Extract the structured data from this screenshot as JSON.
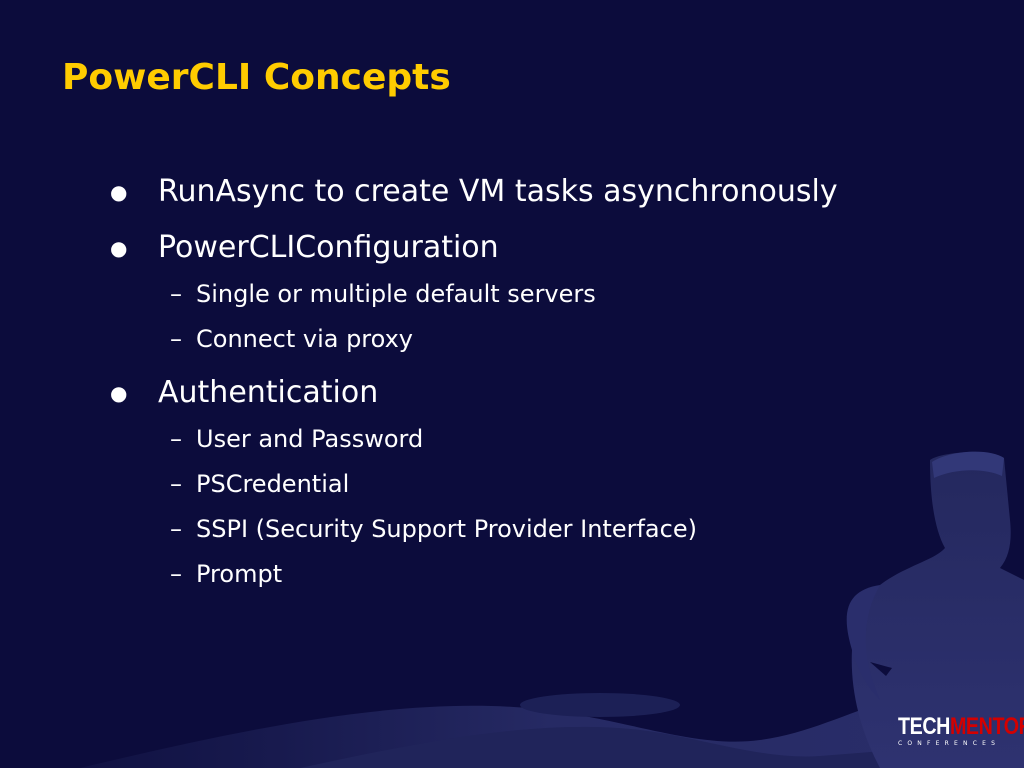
{
  "slide": {
    "title": "PowerCLI Concepts",
    "bullets": [
      {
        "text": "RunAsync to create VM tasks asynchronously",
        "subitems": []
      },
      {
        "text": "PowerCLIConfiguration",
        "subitems": [
          "Single or multiple default servers",
          "Connect via proxy"
        ]
      },
      {
        "text": "Authentication",
        "subitems": [
          "User and  Password",
          "PSCredential",
          "SSPI (Security Support Provider Interface)",
          "Prompt"
        ]
      }
    ],
    "bullet_symbol": "●",
    "dash_symbol": "–"
  },
  "logo": {
    "word_part1": "TECH",
    "word_part2": "MENTOR",
    "subtitle": "CONFERENCES",
    "brand_red": "#d40000"
  },
  "colors": {
    "background": "#0c0c3c",
    "title": "#ffcc00",
    "body_text": "#ffffff",
    "silhouette": "#2a2e66"
  }
}
